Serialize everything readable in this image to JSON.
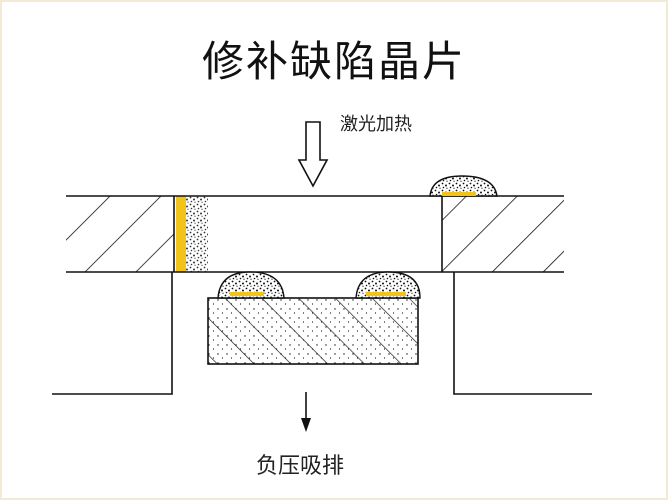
{
  "title": "修补缺陷晶片",
  "labels": {
    "laser_heating": "激光加热",
    "vacuum_exhaust": "负压吸排"
  },
  "colors": {
    "line": "#111111",
    "solder_highlight": "#f2c318",
    "background": "#ffffff",
    "border": "#f3ead5"
  },
  "icons": {
    "laser_arrow": "hollow-down-arrow-icon",
    "vacuum_arrow": "down-arrow-icon"
  }
}
